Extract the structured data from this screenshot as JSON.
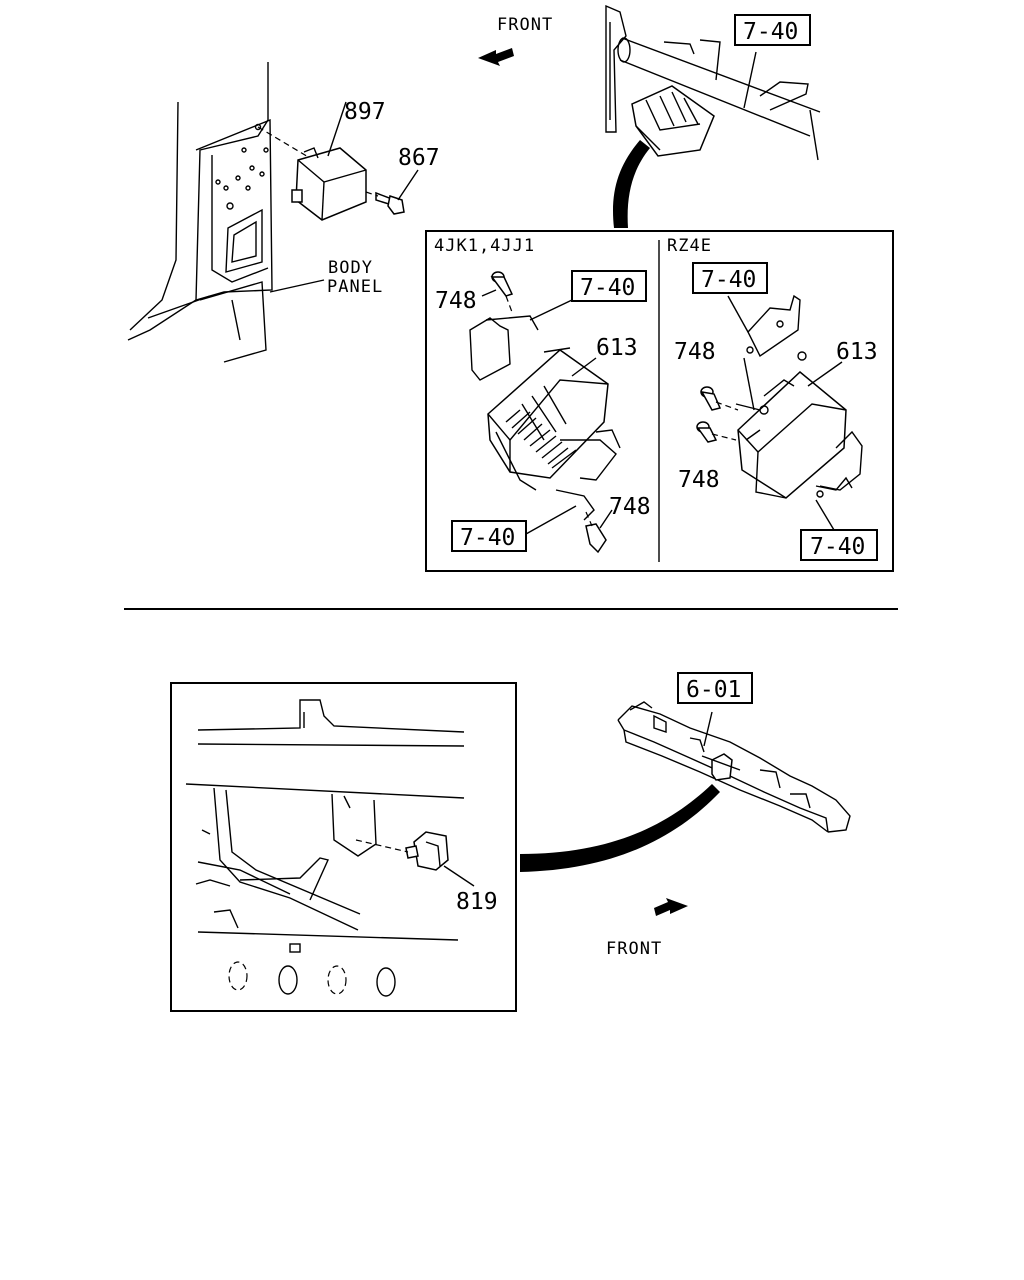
{
  "labels": {
    "front_top": "FRONT",
    "front_bottom": "FRONT",
    "body_panel_line1": "BODY",
    "body_panel_line2": "PANEL",
    "engine_variant_a": "4JK1,4JJ1",
    "engine_variant_b": "RZ4E"
  },
  "parts": {
    "p897": "897",
    "p867": "867",
    "p748_a1": "748",
    "p748_a2": "748",
    "p748_b1": "748",
    "p748_b2": "748",
    "p613_a": "613",
    "p613_b": "613",
    "p819": "819"
  },
  "refs": {
    "r740_top": "7-40",
    "r740_a_upper": "7-40",
    "r740_a_lower": "7-40",
    "r740_b_upper": "7-40",
    "r740_b_lower": "7-40",
    "r601": "6-01"
  }
}
